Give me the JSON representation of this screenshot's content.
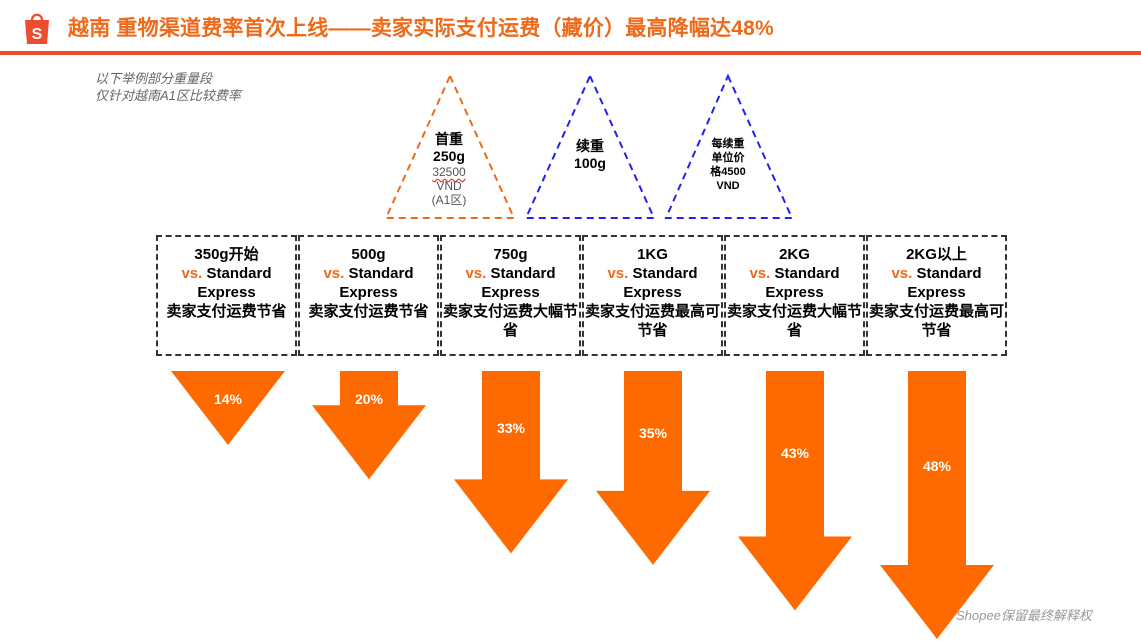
{
  "title": "越南 重物渠道费率首次上线——卖家实际支付运费（藏价）最高降幅达48%",
  "note": [
    "以下举例部分重量段",
    "仅针对越南A1区比较费率"
  ],
  "logo_icon": "shopee-bag-icon",
  "colors": {
    "accent": "#EE6A1A",
    "arrow": "#FF6A00",
    "header_bar": "#EE4D2D"
  },
  "triangles": [
    {
      "line1": "首重",
      "line2": "250g",
      "sub1": "32500",
      "sub2": "VND",
      "sub3": "(A1区)"
    },
    {
      "line1": "续重",
      "line2": "100g"
    },
    {
      "line1": "每续重",
      "line2": "单位价",
      "line3": "格4500",
      "line4": "VND"
    }
  ],
  "columns": [
    {
      "weight": "350g开始",
      "vs": "vs.",
      "service": "Standard",
      "service2": "Express",
      "desc": "卖家支付运费节省",
      "saving": "14%",
      "saving_value": 14
    },
    {
      "weight": "500g",
      "vs": "vs.",
      "service": "Standard",
      "service2": "Express",
      "desc": "卖家支付运费节省",
      "saving": "20%",
      "saving_value": 20
    },
    {
      "weight": "750g",
      "vs": "vs.",
      "service": "Standard",
      "service2": "Express",
      "desc": "卖家支付运费大幅节省",
      "saving": "33%",
      "saving_value": 33
    },
    {
      "weight": "1KG",
      "vs": "vs.",
      "service": "Standard",
      "service2": "Express",
      "desc": "卖家支付运费最高可节省",
      "saving": "35%",
      "saving_value": 35
    },
    {
      "weight": "2KG",
      "vs": "vs.",
      "service": "Standard",
      "service2": "Express",
      "desc": "卖家支付运费大幅节省",
      "saving": "43%",
      "saving_value": 43
    },
    {
      "weight": "2KG以上",
      "vs": "vs.",
      "service": "Standard",
      "service2": "Express",
      "desc": "卖家支付运费最高可节省",
      "saving": "48%",
      "saving_value": 48
    }
  ],
  "footer": "Shopee保留最终解释权"
}
